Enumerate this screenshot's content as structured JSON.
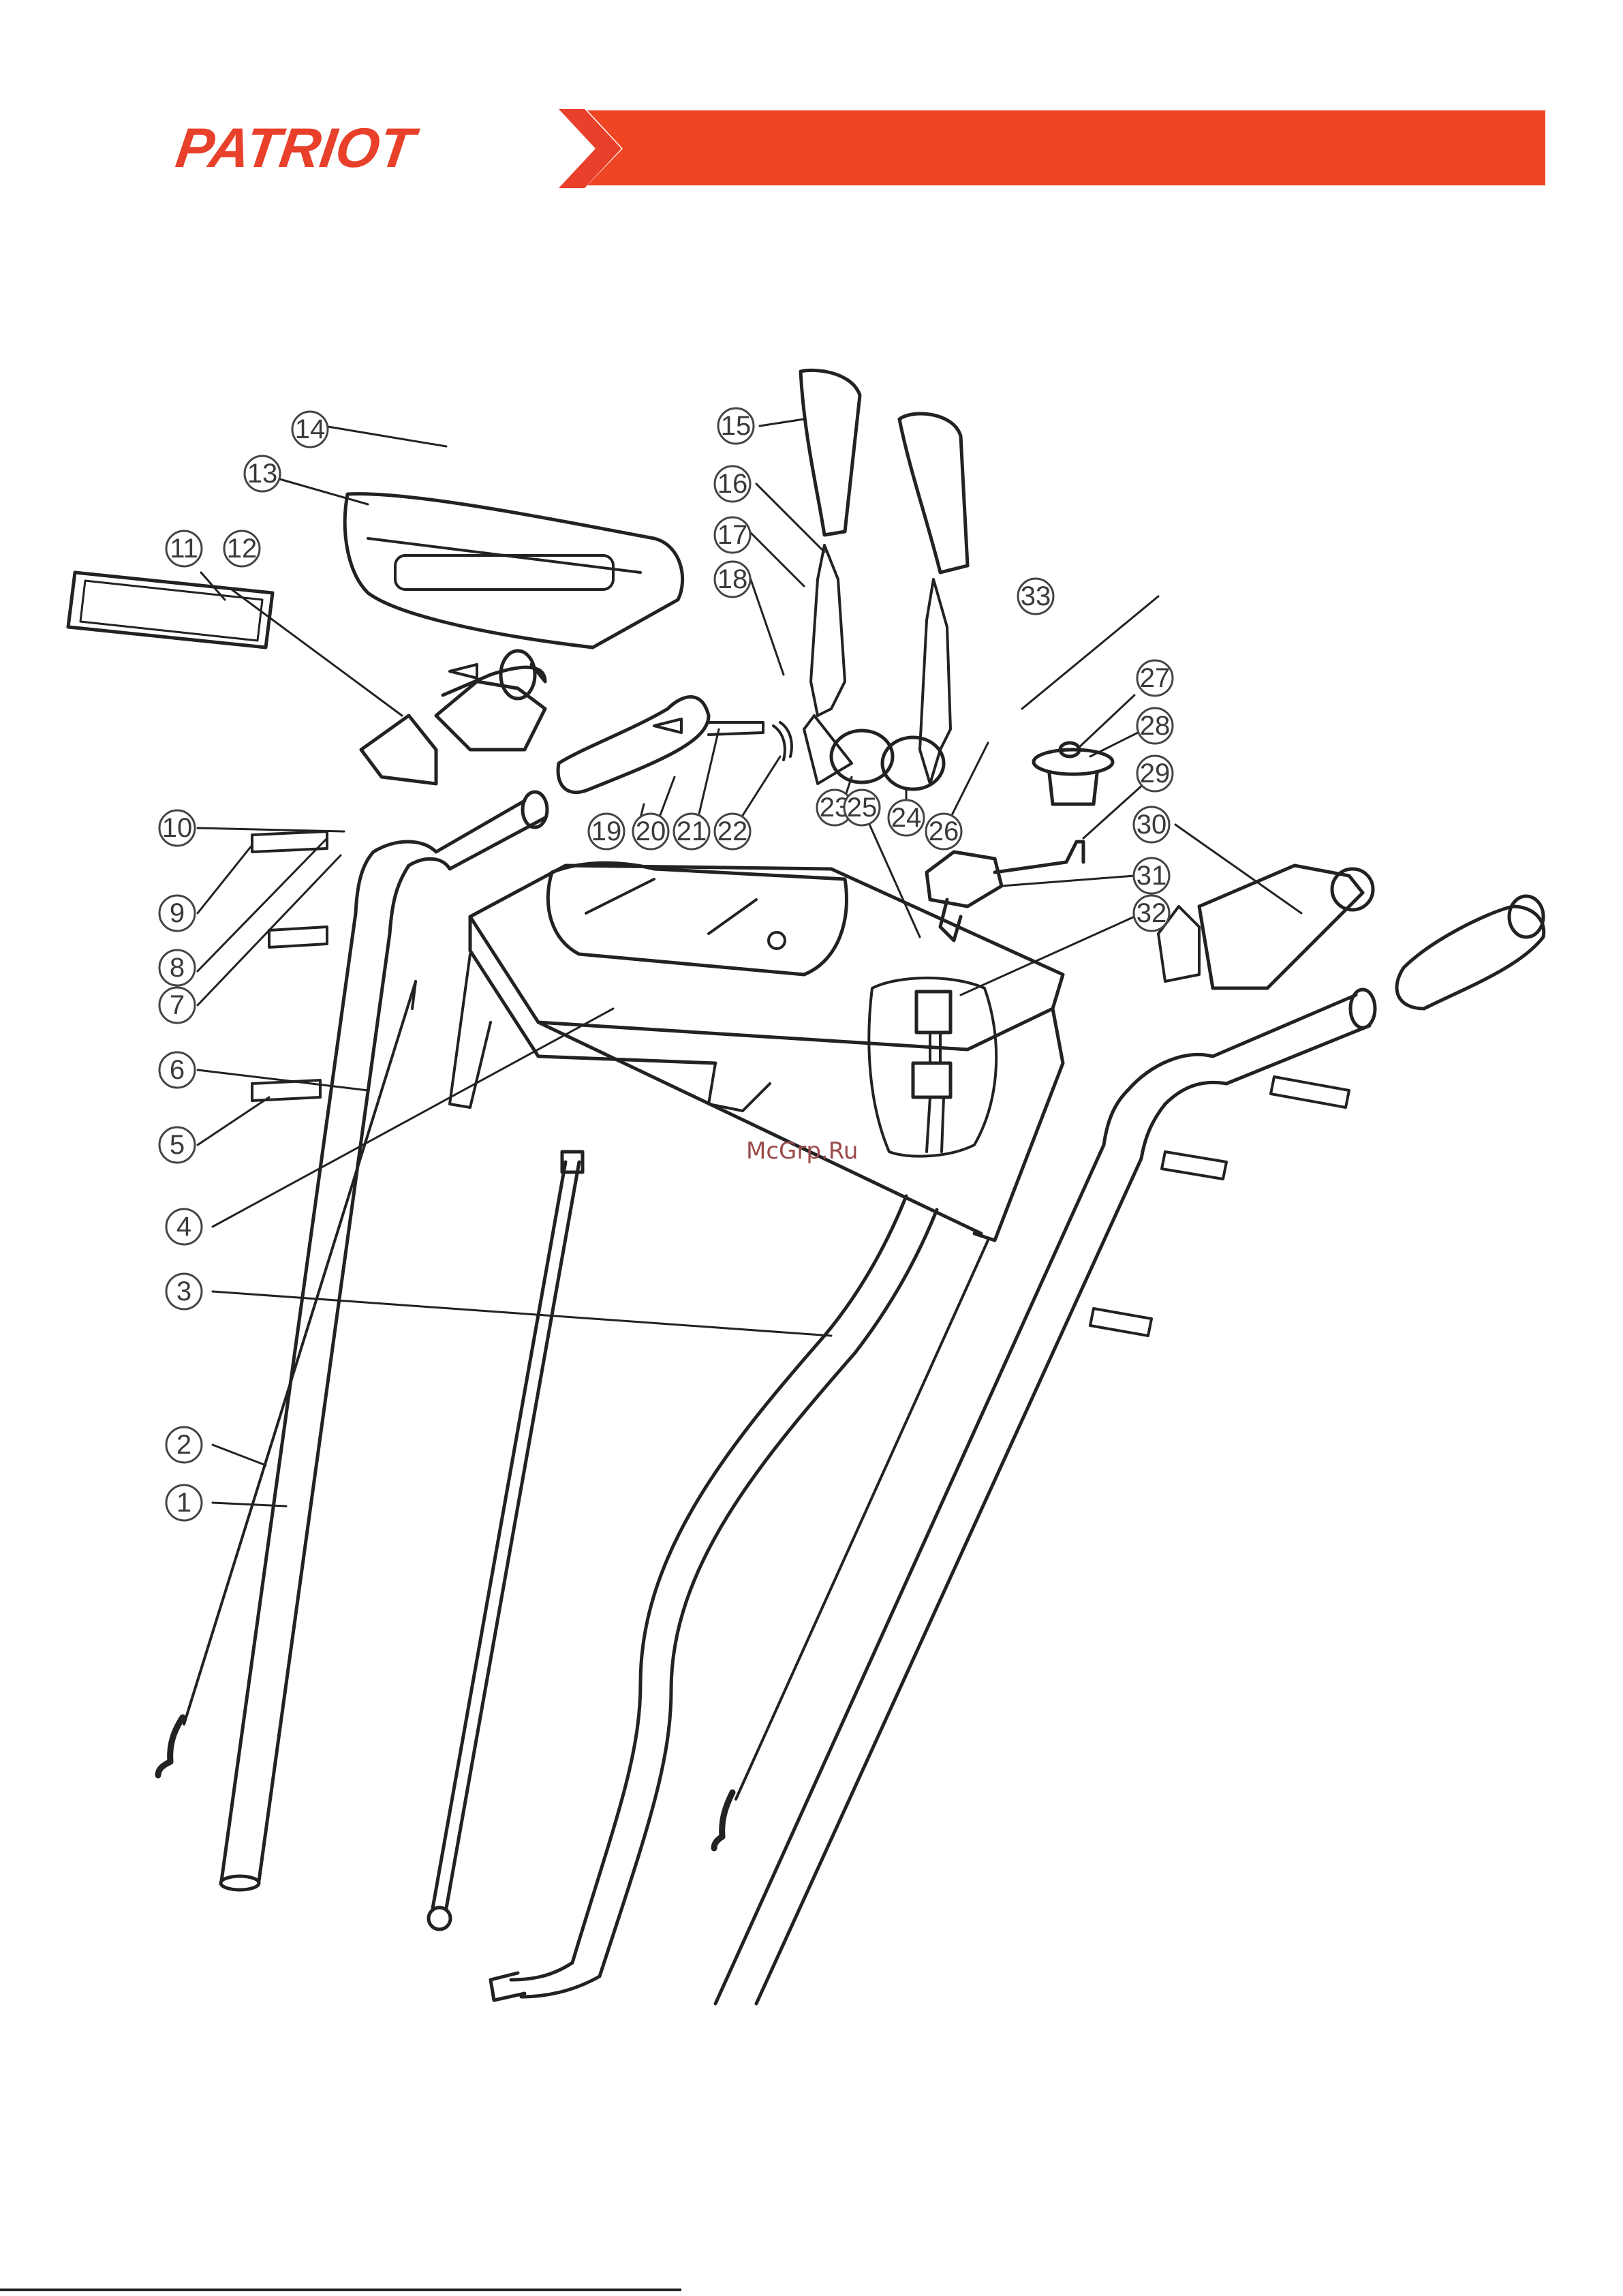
{
  "header": {
    "brand": "PATRIOT",
    "brand_color": "#e8402a",
    "band_color": "#ef4523"
  },
  "watermark": "McGrp.Ru",
  "diagram": {
    "callouts": [
      "1",
      "2",
      "3",
      "4",
      "5",
      "6",
      "7",
      "8",
      "9",
      "10",
      "11",
      "12",
      "13",
      "14",
      "15",
      "16",
      "17",
      "18",
      "19",
      "20",
      "21",
      "22",
      "23",
      "24",
      "25",
      "26",
      "27",
      "28",
      "29",
      "30",
      "31",
      "32",
      "33"
    ]
  }
}
